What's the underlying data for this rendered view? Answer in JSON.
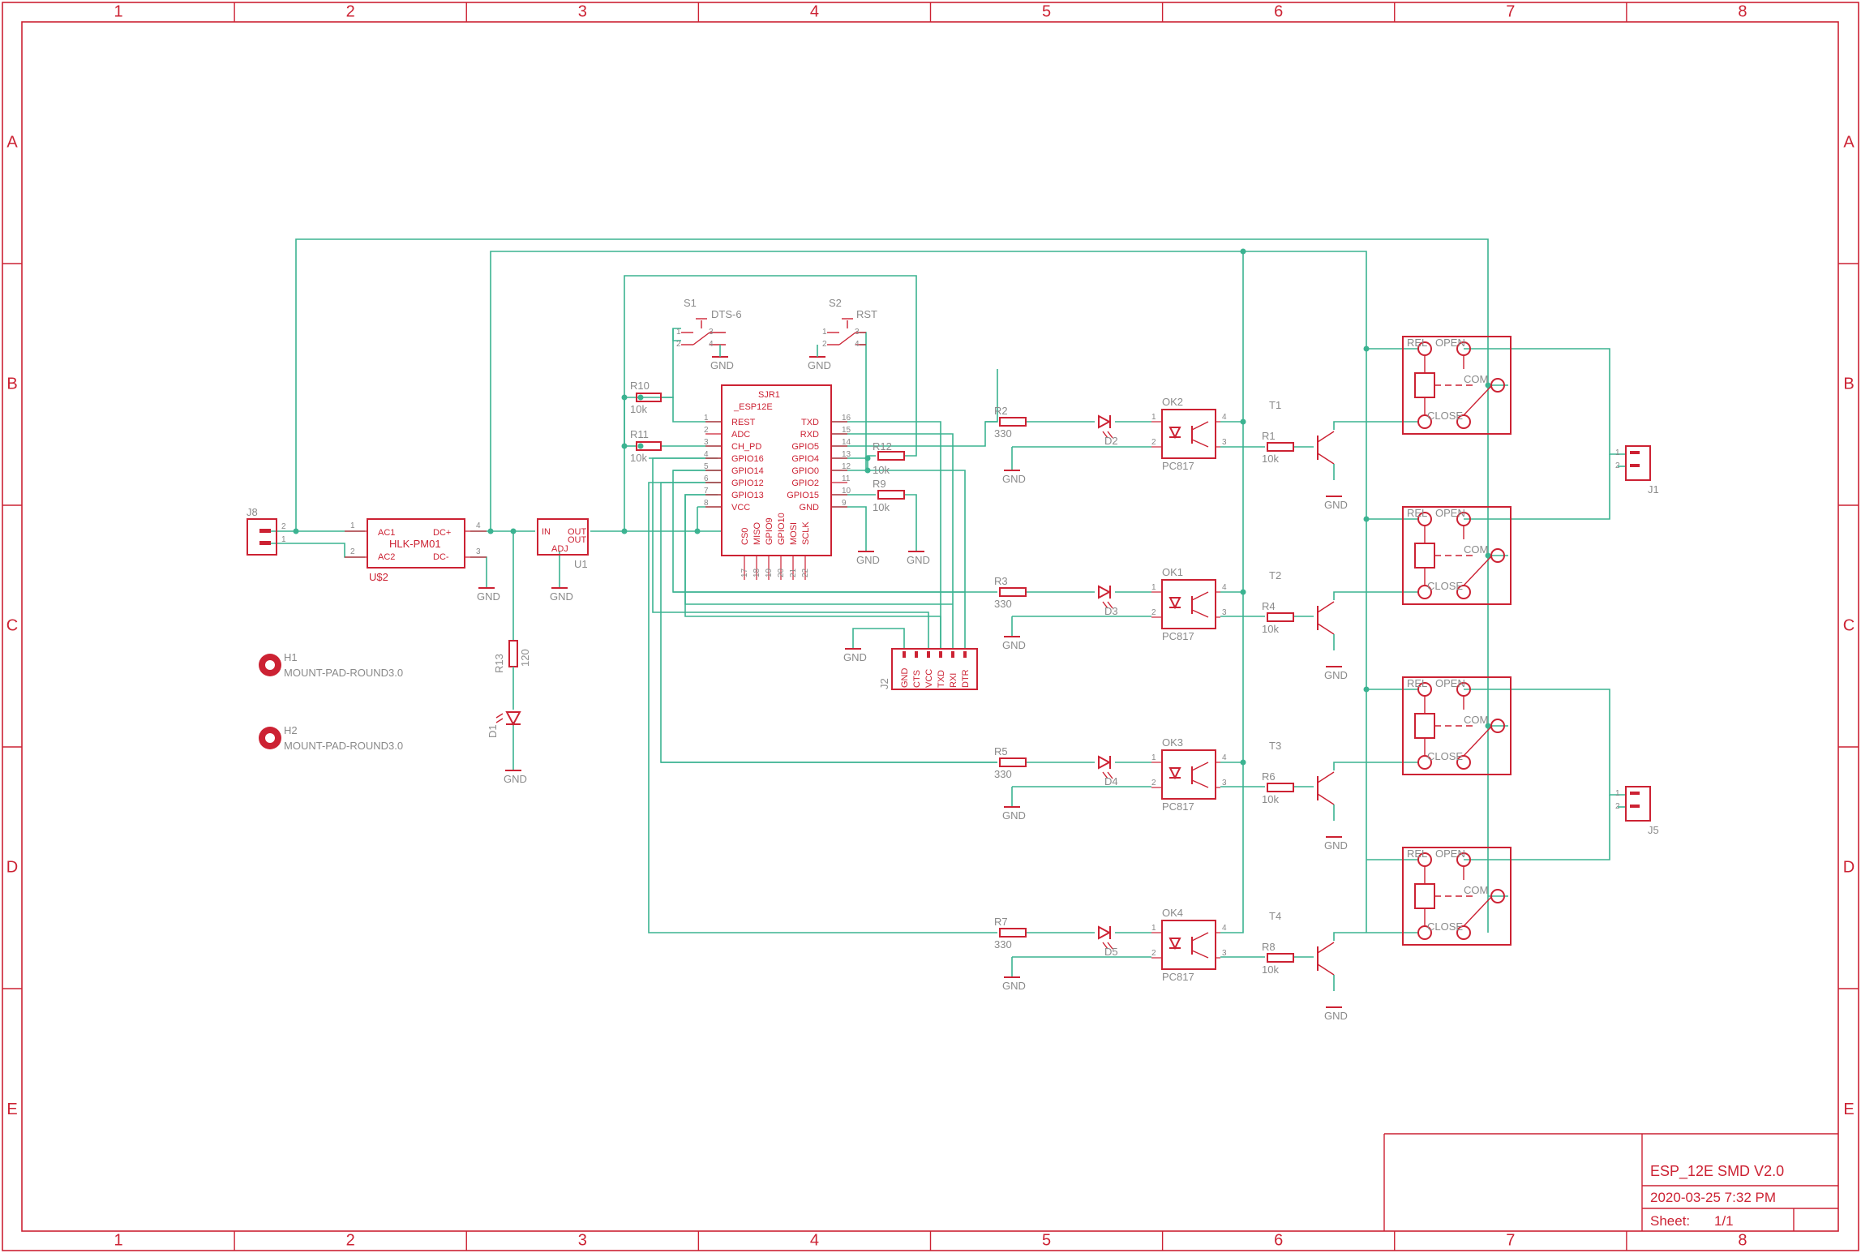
{
  "frame": {
    "columns": [
      "1",
      "2",
      "3",
      "4",
      "5",
      "6",
      "7",
      "8"
    ],
    "rows": [
      "A",
      "B",
      "C",
      "D",
      "E"
    ]
  },
  "title_block": {
    "name": "ESP_12E SMD V2.0",
    "date": "2020-03-25 7:32 PM",
    "sheet_label": "Sheet:",
    "sheet_value": "1/1"
  },
  "components": {
    "j8": "J8",
    "psu": {
      "ref": "U$2",
      "value": "HLK-PM01",
      "ac1": "AC1",
      "ac2": "AC2",
      "dcp": "DC+",
      "dcm": "DC-"
    },
    "reg": {
      "ref": "U1",
      "in": "IN",
      "out": "OUT",
      "out2": "OUT",
      "adj": "ADJ"
    },
    "r13": {
      "ref": "R13",
      "value": "120"
    },
    "d1": "D1",
    "h1": {
      "ref": "H1",
      "value": "MOUNT-PAD-ROUND3.0"
    },
    "h2": {
      "ref": "H2",
      "value": "MOUNT-PAD-ROUND3.0"
    },
    "s1": {
      "ref": "S1",
      "value": "DTS-6"
    },
    "s2": {
      "ref": "S2",
      "value": "RST"
    },
    "r10": {
      "ref": "R10",
      "value": "10k"
    },
    "r11": {
      "ref": "R11",
      "value": "10k"
    },
    "r12": {
      "ref": "R12",
      "value": "10k"
    },
    "r9": {
      "ref": "R9",
      "value": "10k"
    },
    "esp": {
      "ref": "SJR1",
      "value": "_ESP12E",
      "left_pins": [
        "REST",
        "ADC",
        "CH_PD",
        "GPIO16",
        "GPIO14",
        "GPIO12",
        "GPIO13",
        "VCC"
      ],
      "left_nums": [
        "1",
        "2",
        "3",
        "4",
        "5",
        "6",
        "7",
        "8"
      ],
      "right_pins": [
        "TXD",
        "RXD",
        "GPIO5",
        "GPIO4",
        "GPIO0",
        "GPIO2",
        "GPIO15",
        "GND"
      ],
      "right_nums": [
        "16",
        "15",
        "14",
        "13",
        "12",
        "11",
        "10",
        "9"
      ],
      "bottom_pins": [
        "CS0",
        "MISO",
        "GPIO9",
        "GPIO10",
        "MOSI",
        "SCLK"
      ],
      "bottom_nums": [
        "17",
        "18",
        "19",
        "20",
        "21",
        "22"
      ]
    },
    "j2": {
      "ref": "J2",
      "pins": [
        "GND",
        "CTS",
        "VCC",
        "TXD",
        "RXI",
        "DTR"
      ]
    },
    "gnd": "GND",
    "opto_value": "PC817",
    "channels": [
      {
        "r_led": "R2",
        "r_led_val": "330",
        "led": "D2",
        "opto": "OK2",
        "r_base": "R1",
        "r_base_val": "10k",
        "trans": "T1"
      },
      {
        "r_led": "R3",
        "r_led_val": "330",
        "led": "D3",
        "opto": "OK1",
        "r_base": "R4",
        "r_base_val": "10k",
        "trans": "T2"
      },
      {
        "r_led": "R5",
        "r_led_val": "330",
        "led": "D4",
        "opto": "OK3",
        "r_base": "R6",
        "r_base_val": "10k",
        "trans": "T3"
      },
      {
        "r_led": "R7",
        "r_led_val": "330",
        "led": "D5",
        "opto": "OK4",
        "r_base": "R8",
        "r_base_val": "10k",
        "trans": "T4"
      }
    ],
    "relay": {
      "open": "OPEN",
      "com": "COM",
      "close": "CLOSE",
      "ref": "REL"
    },
    "j1": "J1",
    "j5": "J5"
  }
}
